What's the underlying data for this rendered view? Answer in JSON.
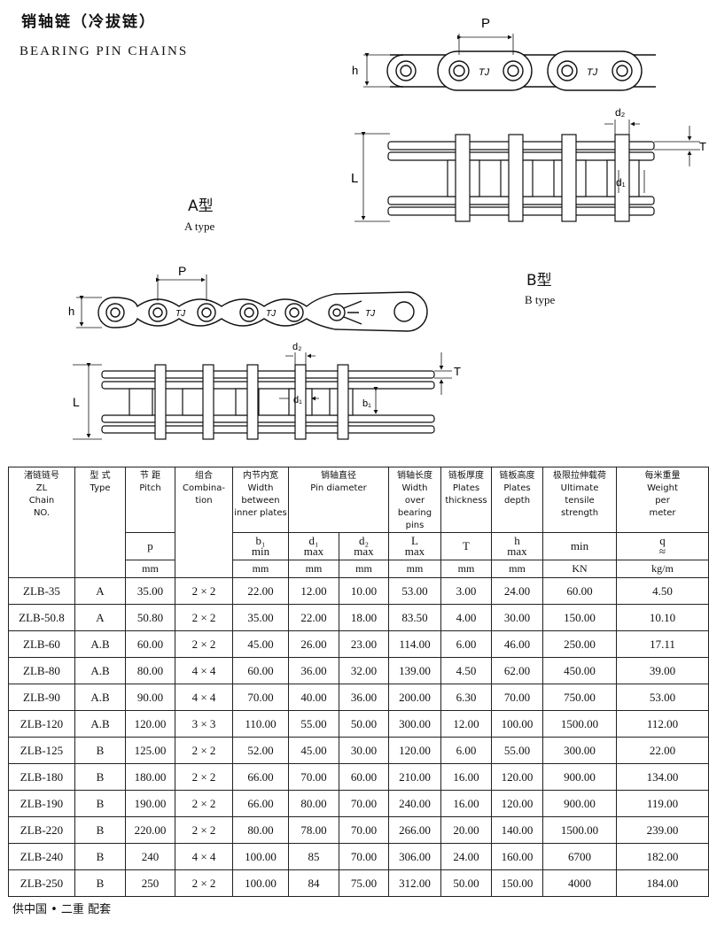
{
  "title_cn": "销轴链（冷拔链）",
  "title_en": "BEARING PIN CHAINS",
  "type_a": {
    "cn": "A型",
    "en": "A type"
  },
  "type_b": {
    "cn": "B型",
    "en": "B type"
  },
  "drawing_labels": {
    "p": "P",
    "h": "h",
    "l": "L",
    "t": "T",
    "d1": "d₁",
    "d2": "d₂",
    "b1": "b₁",
    "tj": "TJ"
  },
  "table": {
    "headers": [
      {
        "cn": "渚链链号",
        "en": [
          "ZL",
          "Chain",
          "NO."
        ]
      },
      {
        "cn": "型  式",
        "en": [
          "Type"
        ]
      },
      {
        "cn": "节  距",
        "en": [
          "Pitch"
        ]
      },
      {
        "cn": "组合",
        "en": [
          "Combina-",
          "tion"
        ]
      },
      {
        "cn": "内节内宽",
        "en": [
          "Width",
          "between",
          "inner plates"
        ]
      },
      {
        "cn": "销轴直径",
        "en": [
          "Pin diameter"
        ]
      },
      {
        "cn": "销轴长度",
        "en": [
          "Width",
          "over",
          "bearing",
          "pins"
        ]
      },
      {
        "cn": "链板厚度",
        "en": [
          "Plates",
          "thickness"
        ]
      },
      {
        "cn": "链板高度",
        "en": [
          "Plates",
          "depth"
        ]
      },
      {
        "cn": "极限拉伸载荷",
        "en": [
          "Ultimate",
          "tensile",
          "strength"
        ]
      },
      {
        "cn": "每米重量",
        "en": [
          "Weight",
          "per",
          "meter"
        ]
      }
    ],
    "symbols": [
      {
        "s": "p",
        "q": ""
      },
      {
        "s": "b₁",
        "q": "min"
      },
      {
        "s": "d₁",
        "q": "max"
      },
      {
        "s": "d₂",
        "q": "max"
      },
      {
        "s": "L",
        "q": "max"
      },
      {
        "s": "T",
        "q": ""
      },
      {
        "s": "h",
        "q": "max"
      },
      {
        "s": "min",
        "q": ""
      },
      {
        "s": "q",
        "q": "≈"
      }
    ],
    "units": [
      "mm",
      "mm",
      "mm",
      "mm",
      "mm",
      "mm",
      "mm",
      "KN",
      "kg/m"
    ],
    "rows": [
      [
        "ZLB-35",
        "A",
        "35.00",
        "2 × 2",
        "22.00",
        "12.00",
        "10.00",
        "53.00",
        "3.00",
        "24.00",
        "60.00",
        "4.50"
      ],
      [
        "ZLB-50.8",
        "A",
        "50.80",
        "2 × 2",
        "35.00",
        "22.00",
        "18.00",
        "83.50",
        "4.00",
        "30.00",
        "150.00",
        "10.10"
      ],
      [
        "ZLB-60",
        "A.B",
        "60.00",
        "2 × 2",
        "45.00",
        "26.00",
        "23.00",
        "114.00",
        "6.00",
        "46.00",
        "250.00",
        "17.11"
      ],
      [
        "ZLB-80",
        "A.B",
        "80.00",
        "4 × 4",
        "60.00",
        "36.00",
        "32.00",
        "139.00",
        "4.50",
        "62.00",
        "450.00",
        "39.00"
      ],
      [
        "ZLB-90",
        "A.B",
        "90.00",
        "4 × 4",
        "70.00",
        "40.00",
        "36.00",
        "200.00",
        "6.30",
        "70.00",
        "750.00",
        "53.00"
      ],
      [
        "ZLB-120",
        "A.B",
        "120.00",
        "3 × 3",
        "110.00",
        "55.00",
        "50.00",
        "300.00",
        "12.00",
        "100.00",
        "1500.00",
        "112.00"
      ],
      [
        "ZLB-125",
        "B",
        "125.00",
        "2 × 2",
        "52.00",
        "45.00",
        "30.00",
        "120.00",
        "6.00",
        "55.00",
        "300.00",
        "22.00"
      ],
      [
        "ZLB-180",
        "B",
        "180.00",
        "2 × 2",
        "66.00",
        "70.00",
        "60.00",
        "210.00",
        "16.00",
        "120.00",
        "900.00",
        "134.00"
      ],
      [
        "ZLB-190",
        "B",
        "190.00",
        "2 × 2",
        "66.00",
        "80.00",
        "70.00",
        "240.00",
        "16.00",
        "120.00",
        "900.00",
        "119.00"
      ],
      [
        "ZLB-220",
        "B",
        "220.00",
        "2 × 2",
        "80.00",
        "78.00",
        "70.00",
        "266.00",
        "20.00",
        "140.00",
        "1500.00",
        "239.00"
      ],
      [
        "ZLB-240",
        "B",
        "240",
        "4 × 4",
        "100.00",
        "85",
        "70.00",
        "306.00",
        "24.00",
        "160.00",
        "6700",
        "182.00"
      ],
      [
        "ZLB-250",
        "B",
        "250",
        "2 × 2",
        "100.00",
        "84",
        "75.00",
        "312.00",
        "50.00",
        "150.00",
        "4000",
        "184.00"
      ]
    ]
  },
  "footer": "供中国 • 二重   配套"
}
